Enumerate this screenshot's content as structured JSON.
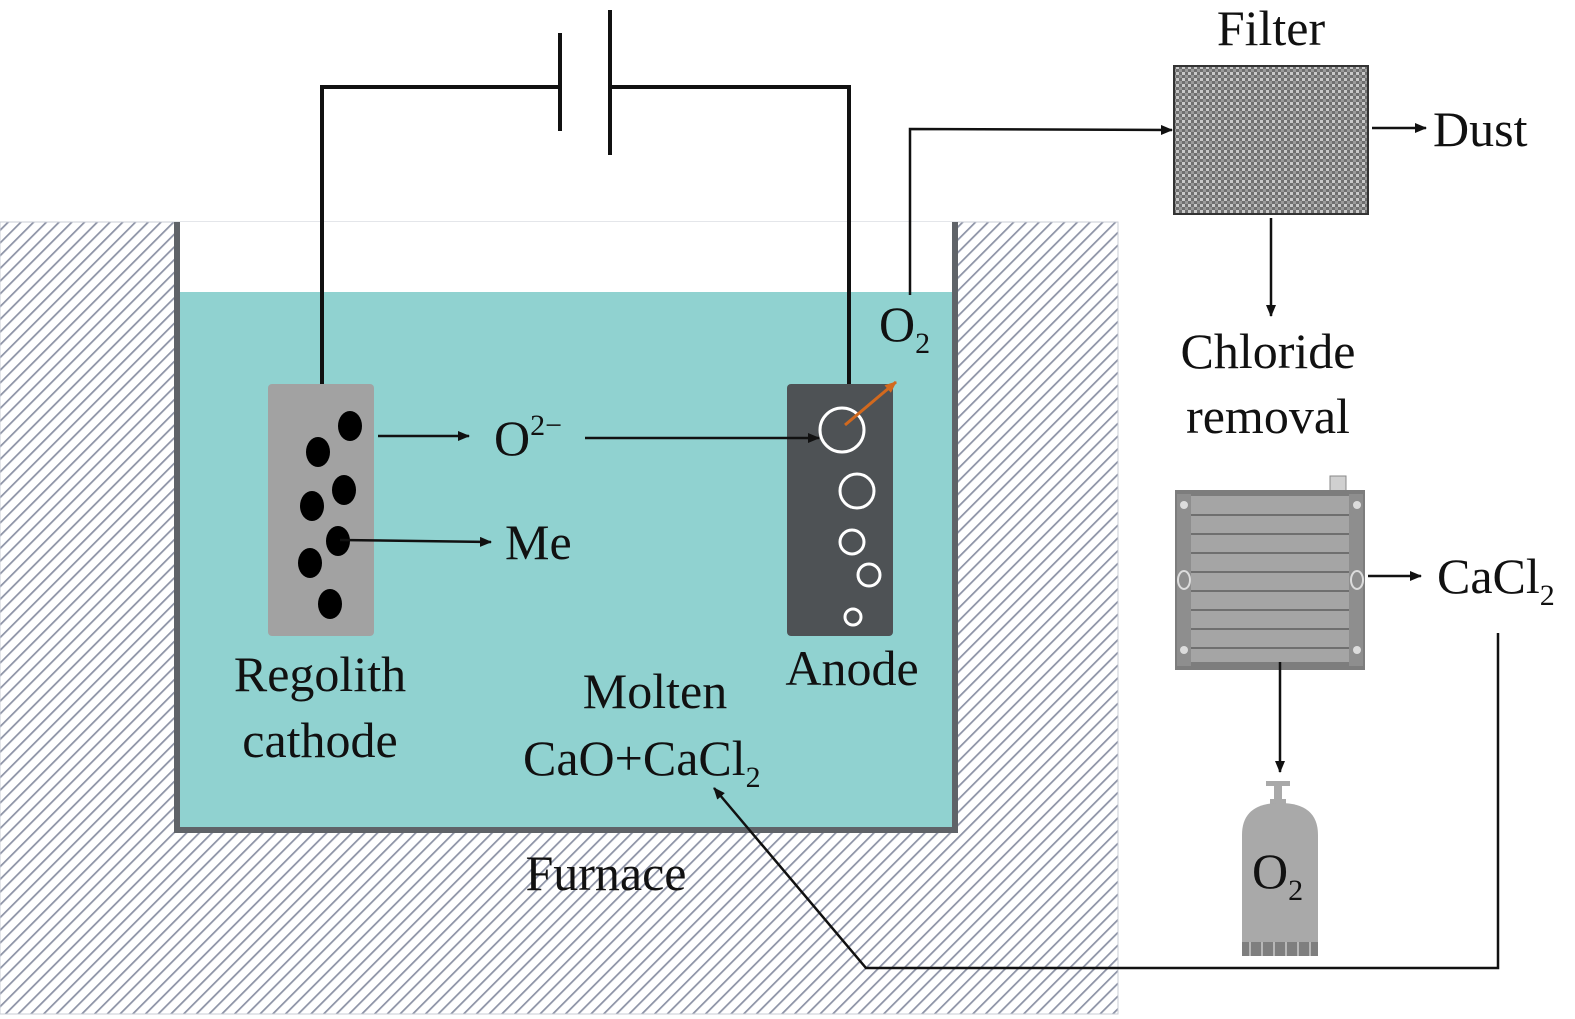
{
  "labels": {
    "filter": "Filter",
    "dust": "Dust",
    "o2_gas": "O",
    "o2_gas_sub": "2",
    "chloride_line1": "Chloride",
    "chloride_line2": "removal",
    "oxide_ion": "O",
    "oxide_ion_sup": "2−",
    "metal": "Me",
    "cathode_line1": "Regolith",
    "cathode_line2": "cathode",
    "anode": "Anode",
    "molten_line1": "Molten",
    "molten_line2": "CaO+CaCl",
    "molten_line2_sub": "2",
    "cacl2": "CaCl",
    "cacl2_sub": "2",
    "furnace": "Furnace",
    "o2_tank": "O",
    "o2_tank_sub": "2"
  },
  "colors": {
    "molten_salt": "#90d2d0",
    "cathode": "#a2a2a2",
    "anode": "#4e5255",
    "furnace_hatch": "#8d93a6",
    "wall": "#5f6368",
    "bubble_arrow": "#d2691e",
    "filter_fill": "#8a8a8a",
    "tank": "#a9a9a9"
  }
}
